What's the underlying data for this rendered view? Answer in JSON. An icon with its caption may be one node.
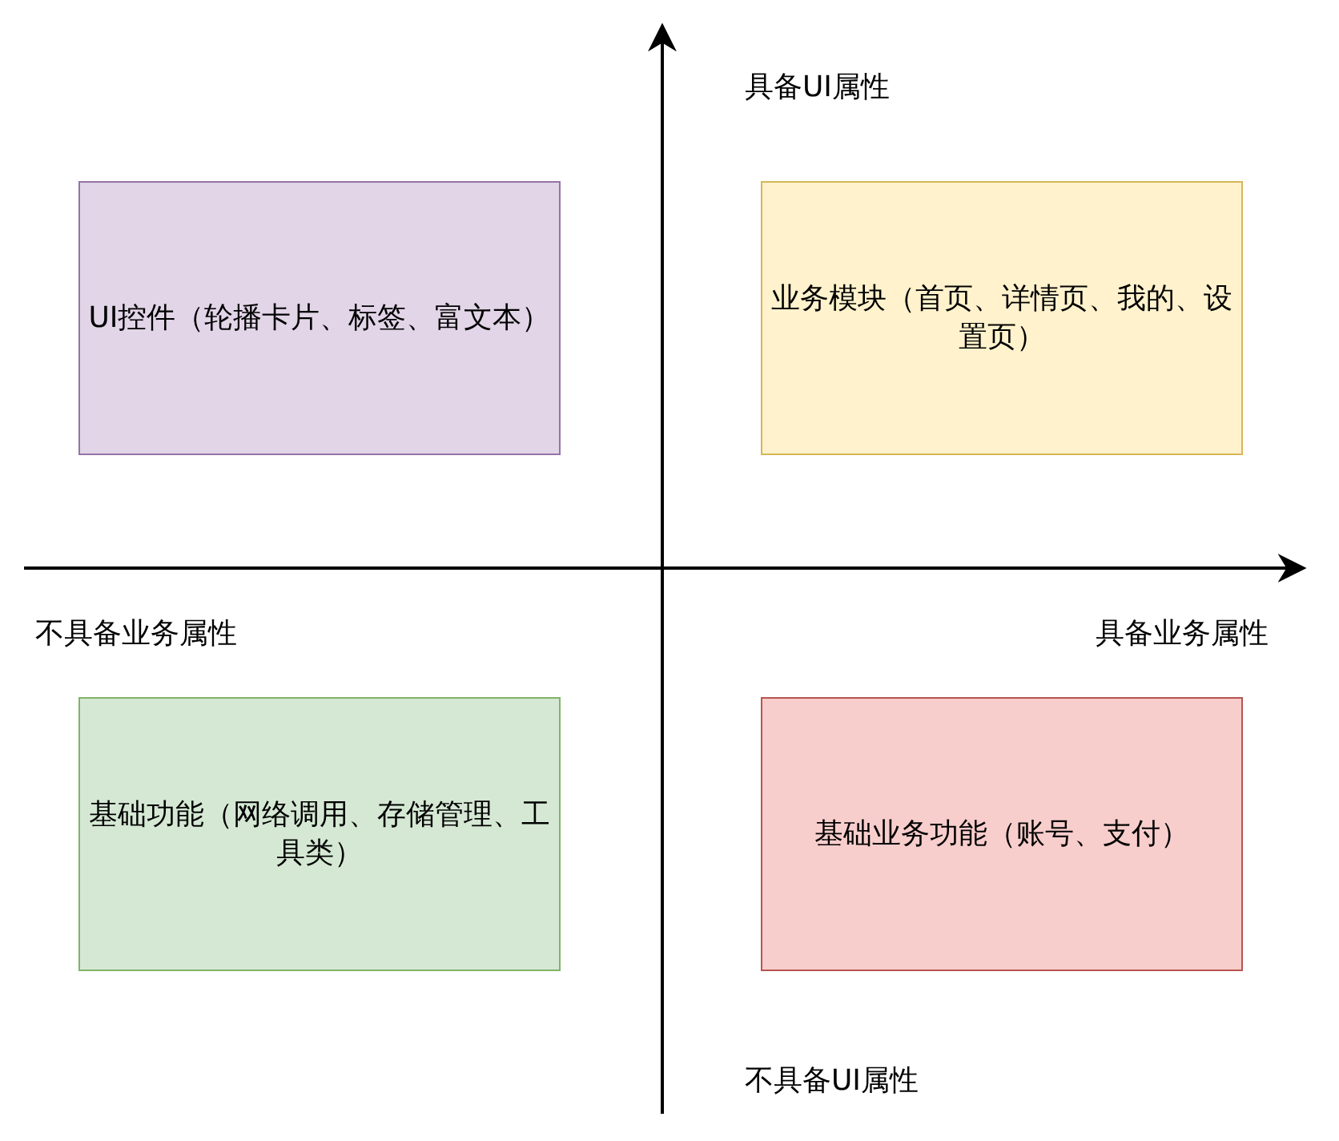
{
  "diagram": {
    "nodes": [
      {
        "text": [
          "UI控件（轮播卡片、标签、富文本）"
        ]
      },
      {
        "text": [
          "业务模块（首页、详情页、我的、设置页）"
        ]
      },
      {
        "text": [
          "基础功能（网络调用、存储管理、工具类）"
        ]
      },
      {
        "text": [
          "基础业务功能（账号、支付）"
        ]
      }
    ],
    "labels": [
      "具备UI属性",
      "不具备业务属性",
      "具备业务属性",
      "不具备UI属性"
    ]
  }
}
